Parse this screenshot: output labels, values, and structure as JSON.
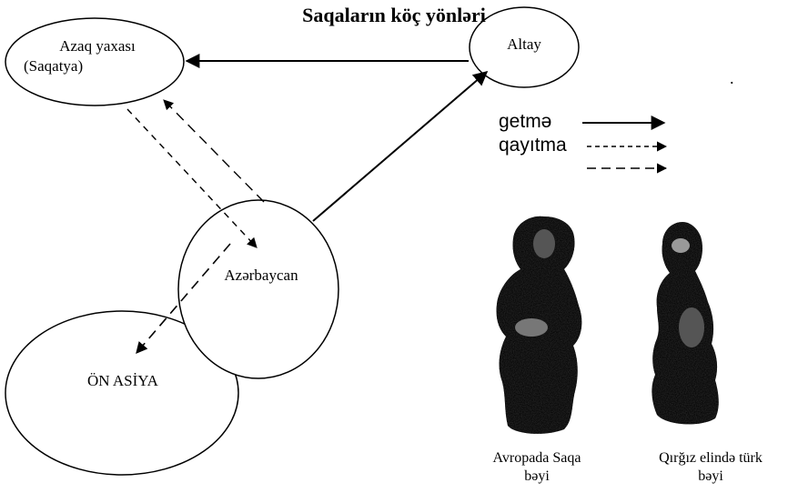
{
  "title": "Saqaların köç yönləri",
  "nodes": {
    "azaq": {
      "line1": "Azaq yaxası",
      "line2": "(Saqatya)"
    },
    "altay": "Altay",
    "azerbaycan": "Azərbaycan",
    "on_asiya": "ÖN ASİYA"
  },
  "legend": {
    "getme": "getmə",
    "qayitma": "qayıtma"
  },
  "captions": {
    "avropa": {
      "line1": "Avropada Saqa",
      "line2": "bəyi"
    },
    "qirgiz": {
      "line1": "Qırğız elində türk",
      "line2": "bəyi"
    }
  },
  "stray_mark": "."
}
